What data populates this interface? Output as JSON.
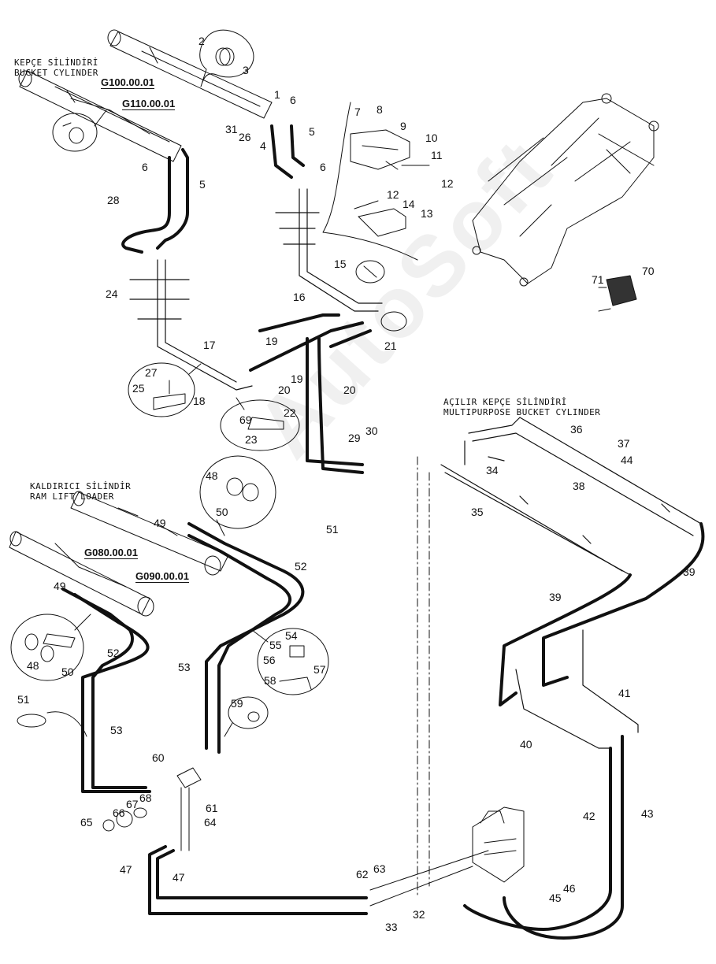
{
  "titles": {
    "bucket_cylinder": [
      "KEPÇE SİLİNDİRİ",
      "BUCKET CYLINDER"
    ],
    "ram_lift": [
      "KALDIRICI SİLİNDİR",
      "RAM LIFT LOADER"
    ],
    "multipurpose": [
      "AÇILIR KEPÇE SİLİNDİRİ",
      "MULTIPURPOSE BUCKET CYLINDER"
    ]
  },
  "codes": {
    "g100": "G100.00.01",
    "g110": "G110.00.01",
    "g080": "G080.00.01",
    "g090": "G090.00.01"
  },
  "watermark": "AutoSoft",
  "part_labels": {
    "p2": "2",
    "p3": "3",
    "p1": "1",
    "p6a": "6",
    "p31": "31",
    "p26": "26",
    "p4": "4",
    "p5a": "5",
    "p6b": "6",
    "p6c": "6",
    "p5b": "5",
    "p7": "7",
    "p8": "8",
    "p9": "9",
    "p10": "10",
    "p11": "11",
    "p12a": "12",
    "p12b": "12",
    "p14": "14",
    "p13": "13",
    "p28": "28",
    "p24": "24",
    "p15": "15",
    "p16": "16",
    "p17": "17",
    "p19a": "19",
    "p19b": "19",
    "p20a": "20",
    "p20b": "20",
    "p21": "21",
    "p27": "27",
    "p25": "25",
    "p18": "18",
    "p22": "22",
    "p69": "69",
    "p23": "23",
    "p29": "29",
    "p30": "30",
    "p70": "70",
    "p71": "71",
    "p36": "36",
    "p37": "37",
    "p44": "44",
    "p38": "38",
    "p34": "34",
    "p35": "35",
    "p39a": "39",
    "p39b": "39",
    "p48a": "48",
    "p50a": "50",
    "p51a": "51",
    "p49a": "49",
    "p52a": "52",
    "p49b": "49",
    "p54": "54",
    "p55": "55",
    "p56": "56",
    "p57": "57",
    "p58": "58",
    "p52b": "52",
    "p53a": "53",
    "p48b": "48",
    "p50b": "50",
    "p51b": "51",
    "p53b": "53",
    "p59": "59",
    "p41": "41",
    "p40": "40",
    "p60": "60",
    "p61": "61",
    "p68": "68",
    "p67": "67",
    "p66": "66",
    "p65": "65",
    "p64": "64",
    "p42": "42",
    "p43": "43",
    "p47a": "47",
    "p47b": "47",
    "p62": "62",
    "p63": "63",
    "p46": "46",
    "p45": "45",
    "p32": "32",
    "p33": "33"
  }
}
